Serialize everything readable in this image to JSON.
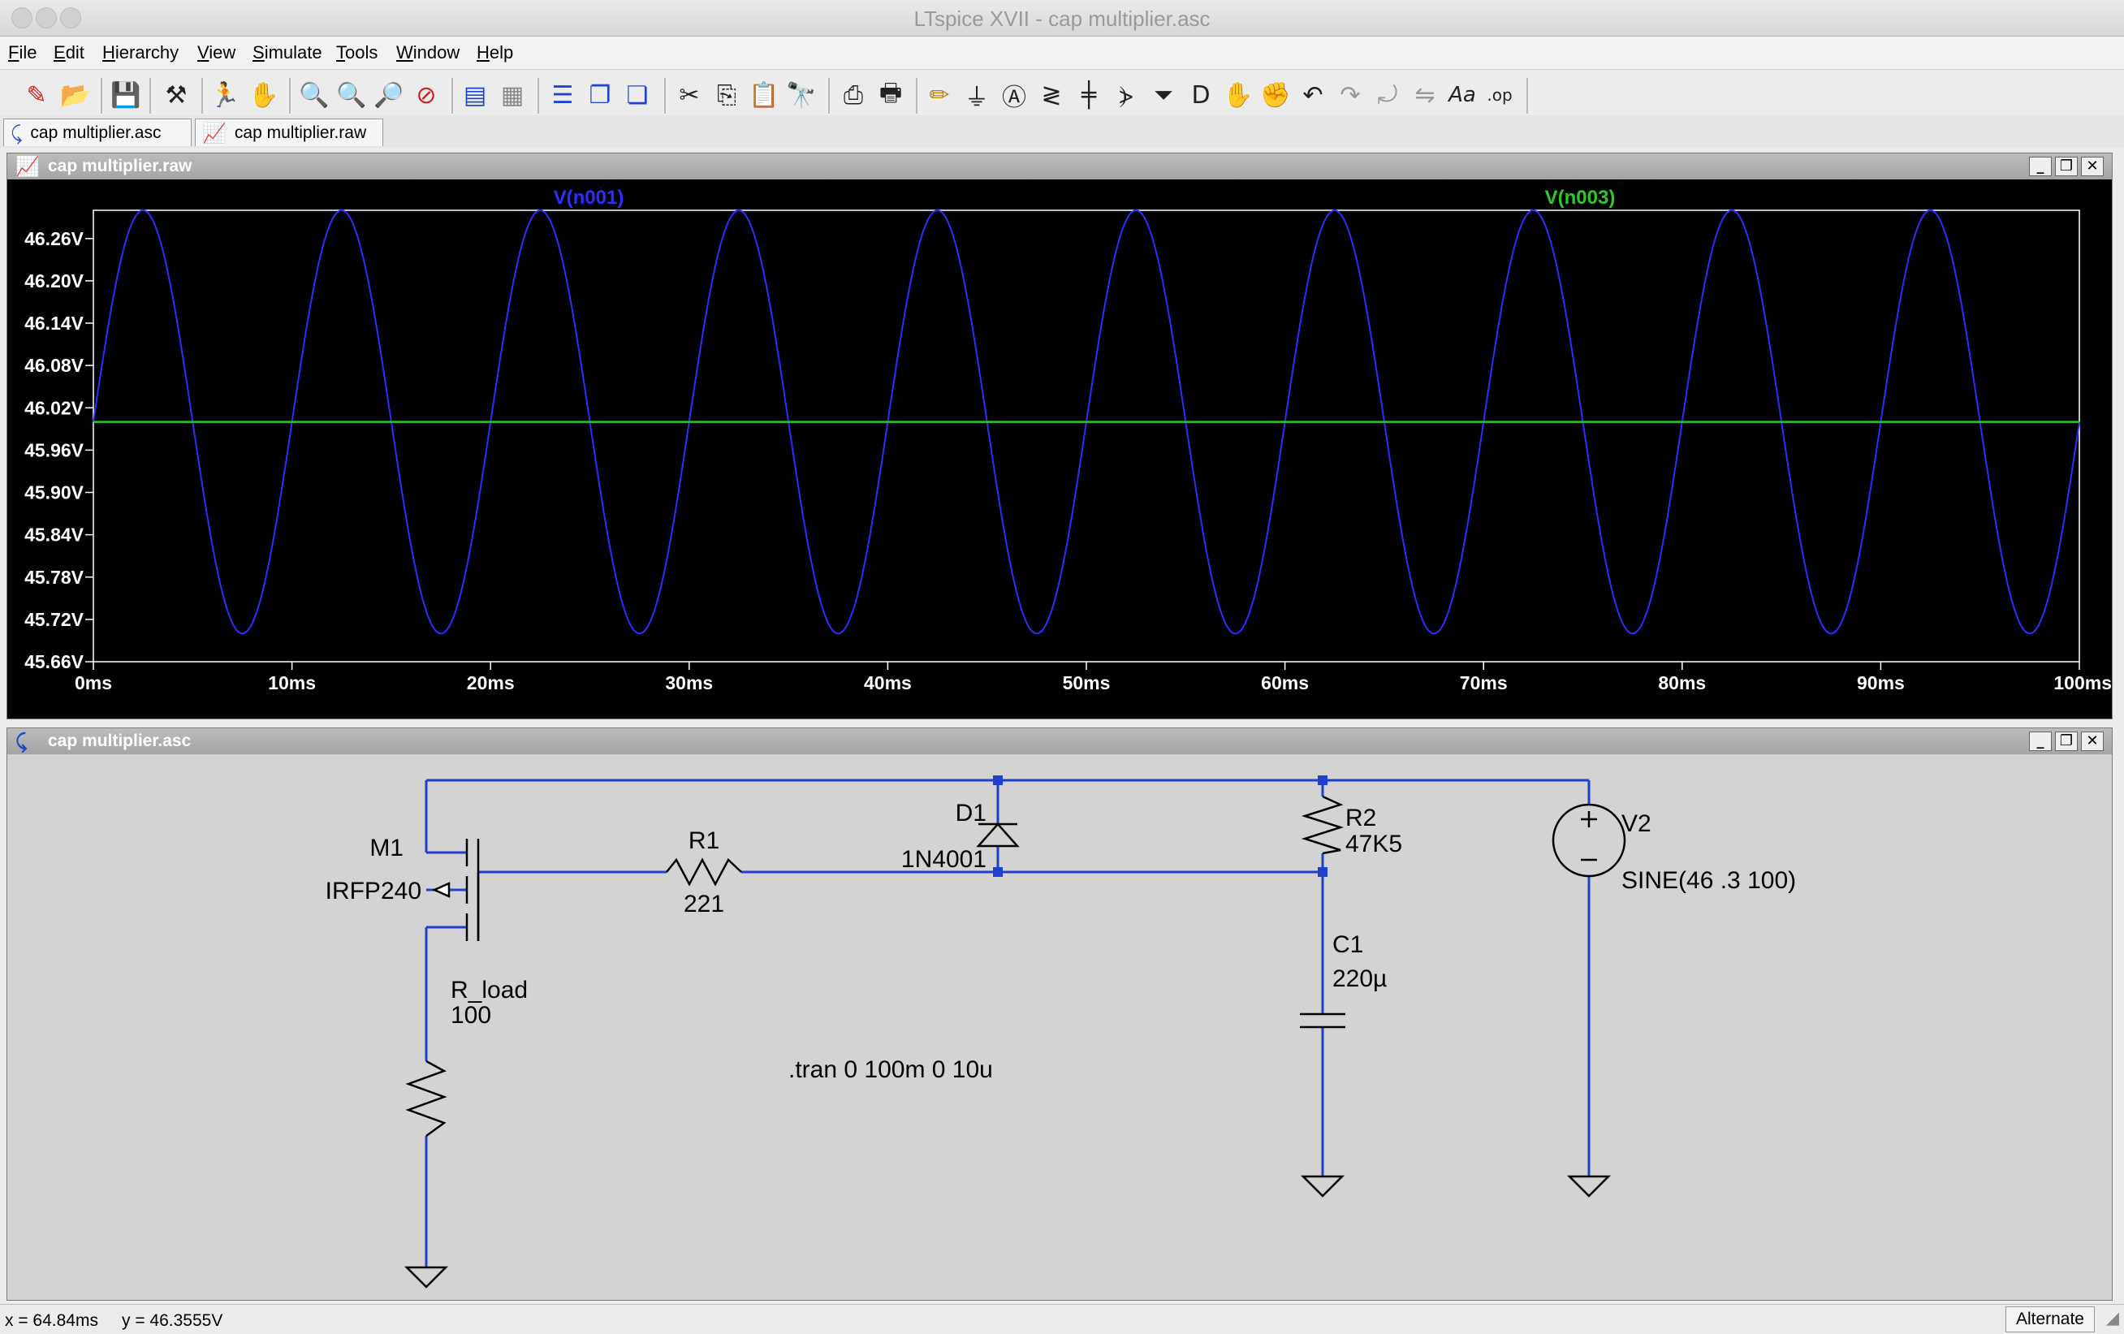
{
  "window": {
    "title": "LTspice XVII - cap multiplier.asc"
  },
  "menu": [
    "File",
    "Edit",
    "Hierarchy",
    "View",
    "Simulate",
    "Tools",
    "Window",
    "Help"
  ],
  "tabs": [
    {
      "label": "cap multiplier.asc",
      "icon": "schematic-icon"
    },
    {
      "label": "cap multiplier.raw",
      "icon": "waveform-icon"
    }
  ],
  "plot_window": {
    "title": "cap multiplier.raw"
  },
  "schematic_window": {
    "title": "cap multiplier.asc"
  },
  "chart_data": {
    "type": "line",
    "series": [
      {
        "name": "V(n001)",
        "color": "#2d2dff",
        "function": "46 + 0.3*sin(2*pi*100*t)",
        "offset": 46.0,
        "amplitude": 0.3,
        "frequency_hz": 100
      },
      {
        "name": "V(n003)",
        "color": "#2ec82e",
        "constant": 46.0
      }
    ],
    "xlim": [
      0,
      100
    ],
    "ylim": [
      45.66,
      46.3
    ],
    "x_ticks": [
      "0ms",
      "10ms",
      "20ms",
      "30ms",
      "40ms",
      "50ms",
      "60ms",
      "70ms",
      "80ms",
      "90ms",
      "100ms"
    ],
    "x_tick_values": [
      0,
      10,
      20,
      30,
      40,
      50,
      60,
      70,
      80,
      90,
      100
    ],
    "y_ticks": [
      "46.26V",
      "46.20V",
      "46.14V",
      "46.08V",
      "46.02V",
      "45.96V",
      "45.90V",
      "45.84V",
      "45.78V",
      "45.72V",
      "45.66V"
    ],
    "y_tick_values": [
      46.26,
      46.2,
      46.14,
      46.08,
      46.02,
      45.96,
      45.9,
      45.84,
      45.78,
      45.72,
      45.66
    ],
    "background": "#000000",
    "grid": false
  },
  "schematic": {
    "components": {
      "M1": {
        "ref": "M1",
        "value": "IRFP240"
      },
      "R1": {
        "ref": "R1",
        "value": "221"
      },
      "D1": {
        "ref": "D1",
        "value": "1N4001"
      },
      "R2": {
        "ref": "R2",
        "value": "47K5"
      },
      "V2": {
        "ref": "V2",
        "value": "SINE(46 .3 100)"
      },
      "C1": {
        "ref": "C1",
        "value": "220µ"
      },
      "R_load": {
        "ref": "R_load",
        "value": "100"
      }
    },
    "directive": ".tran 0 100m 0 10u",
    "wire_color": "#1f3fcf"
  },
  "status": {
    "x": "x = 64.84ms",
    "y": "y = 46.3555V",
    "mode": "Alternate"
  }
}
